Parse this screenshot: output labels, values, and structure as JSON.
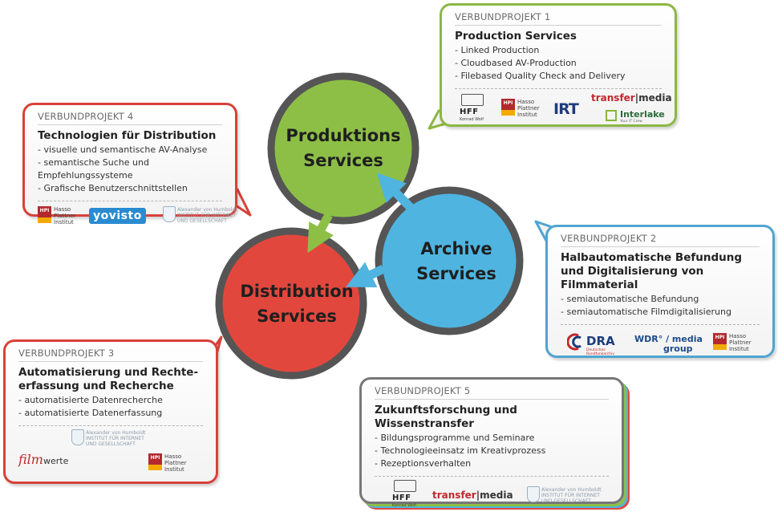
{
  "circles": {
    "produktions": {
      "line1": "Produktions",
      "line2": "Services",
      "color": "#8dbf47"
    },
    "distribution": {
      "line1": "Distribution",
      "line2": "Services",
      "color": "#e2473d"
    },
    "archive": {
      "line1": "Archive",
      "line2": "Services",
      "color": "#4fb4e0"
    }
  },
  "cards": {
    "p1": {
      "label": "VERBUNDPROJEKT 1",
      "title": "Production Services",
      "items": [
        "- Linked Production",
        "- Cloudbased AV-Production",
        "- Filebased Quality Check and Delivery"
      ],
      "border_color": "#8cb743"
    },
    "p2": {
      "label": "VERBUNDPROJEKT 2",
      "title": "Halbautomatische Befundung und Digitalisierung von Filmmaterial",
      "items": [
        "- semiautomatische Befundung",
        "- semiautomatische Filmdigitalisierung"
      ],
      "border_color": "#4fa4d0"
    },
    "p3": {
      "label": "VERBUNDPROJEKT 3",
      "title": "Automatisierung und Rechte- erfassung und Recherche",
      "items": [
        "- automatisierte Datenrecherche",
        "- automatisierte Datenerfassung"
      ],
      "border_color": "#d8413a"
    },
    "p4": {
      "label": "VERBUNDPROJEKT 4",
      "title": "Technologien für Distribution",
      "items": [
        "- visuelle und semantische AV-Analyse",
        "- semantische Suche und Empfehlungssysteme",
        "- Grafische Benutzerschnittstellen"
      ],
      "border_color": "#d8413a"
    },
    "p5": {
      "label": "VERBUNDPROJEKT 5",
      "title": "Zukunftsforschung und Wissenstransfer",
      "items": [
        "- Bildungsprogramme und Seminare",
        "- Technologieeinsatz im Kreativprozess",
        "- Rezeptionsverhalten"
      ],
      "border_color": "#777777"
    }
  },
  "logos": {
    "hpi": {
      "box": "HPI",
      "line1": "Hasso",
      "line2": "Plattner",
      "line3": "Institut"
    },
    "hff": {
      "name": "HFF",
      "sub": "Konrad Wolf"
    },
    "irt": "IRT",
    "transfer": {
      "part1": "transfer",
      "sep": "|",
      "part2": "media"
    },
    "interlake": {
      "name": "Interlake",
      "sub": "Your IT Crew"
    },
    "yovisto": "yovisto",
    "iig": {
      "line1": "Alexander von Humboldt",
      "line2": "INSTITUT FÜR INTERNET",
      "line3": "UND GESELLSCHAFT"
    },
    "dra": {
      "name": "DRA",
      "sub1": "Deutsches",
      "sub2": "Rundfunkarchiv"
    },
    "wdr": {
      "line1": "WDR",
      "line1b": "media",
      "line2": "group"
    },
    "filmwerte": {
      "part1": "film",
      "part2": "werte"
    }
  }
}
